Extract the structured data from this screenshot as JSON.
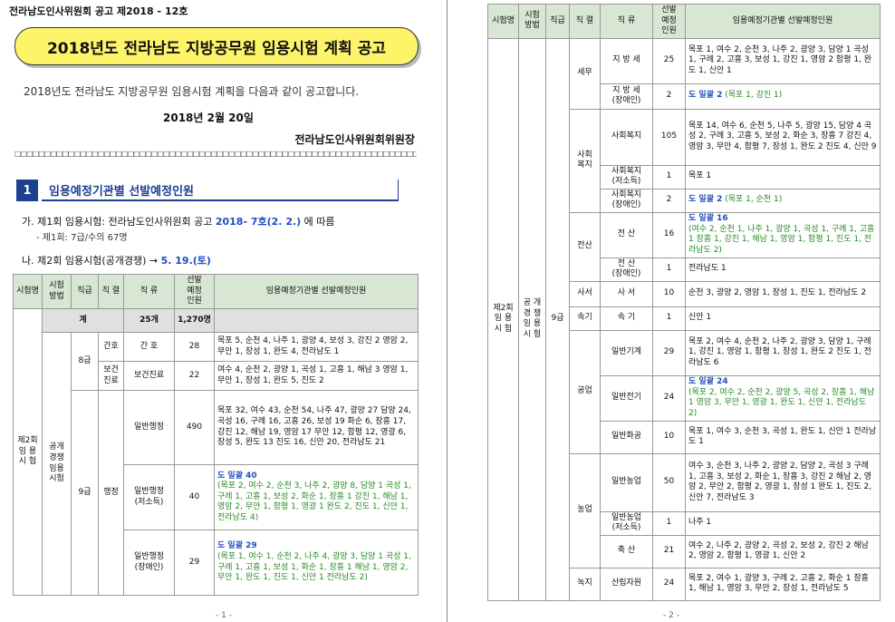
{
  "page1": {
    "header": "전라남도인사위원회 공고 제2018 - 12호",
    "banner_title": "2018년도 전라남도 지방공무원 임용시험 계획 공고",
    "intro": "2018년도 전라남도 지방공무원 임용시험 계획을 다음과 같이 공고합니다.",
    "date": "2018년  2월  20일",
    "org": "전라남도인사위원회위원장",
    "dots": "□□□□□□□□□□□□□□□□□□□□□□□□□□□□□□□□□□□□□□□□□□□□□□□□□□□□□□□□□□□□□□□□□□□□□□□□□□□□□□□□□□",
    "section_num": "1",
    "section_title": "임용예정기관별 선발예정인원",
    "line_a_prefix": "가.  제1회 임용시험: 전라남도인사위원회 공고 ",
    "line_a_ref": "2018- 7호(2. 2.)",
    "line_a_suffix": " 에 따름",
    "line_a2": "- 제1회: 7급/수의 67명",
    "line_b_prefix": "나.  제2회 임용시험(공개경쟁) → ",
    "line_b_date": "5. 19.(토)",
    "page_num": "- 1 -",
    "table": {
      "headers": [
        "시험명",
        "시험\n방법",
        "직급",
        "직 렬",
        "직 류",
        "선발\n예정\n인원",
        "임용예정기관별 선발예정인원"
      ],
      "total_label": "계",
      "total_kinds": "25개",
      "total_count": "1,270명",
      "exam_name": "제2회\n임 용\n시 험",
      "method": "공개\n경쟁\n임용\n시험",
      "grade8": "8급",
      "grade9": "9급",
      "series_nurse": "간호",
      "series_health": "보건\n진료",
      "series_admin": "행정",
      "rows": [
        {
          "kind": "간   호",
          "count": "28",
          "detail": "목포 5, 순천 4, 나주 1, 광양 4, 보성 3, 강진 2 영암 2, 무안 1, 장성 1, 완도 4, 전라남도 1"
        },
        {
          "kind": "보건진료",
          "count": "22",
          "detail": "여수 4, 순천 2, 광양 1, 곡성 1, 고흥 1, 해남 3 영암 1, 무안 1, 장성 1, 완도 5, 진도 2"
        },
        {
          "kind": "일반행정",
          "count": "490",
          "detail": "목포 32, 여수 43, 순천 54, 나주 47, 광양 27 담양 24, 곡성 16, 구례 16, 고흥 26, 보성 19 화순  6, 장흥 17, 강진 12, 해남 19, 영암 17 무안 12, 함평 12, 영광  6, 장성  5, 완도 13 진도 16, 신안 20, 전라남도 21"
        },
        {
          "kind": "일반행정\n(저소득)",
          "count": "40",
          "lump": "도 일괄 40",
          "detail": "(목포 2, 여수 2, 순천 3, 나주 2, 광양 8, 담양 1 곡성 1, 구례 1, 고흥 1, 보성 2, 화순 1, 장흥 1 강진 1, 해남 1, 영암 2, 무안 1, 함평 1, 영광 1 완도 2, 진도 1, 신안 1, 전라남도 4)"
        },
        {
          "kind": "일반행정\n(장애인)",
          "count": "29",
          "lump": "도 일괄 29",
          "detail": "(목포 1, 여수 1, 순천 2, 나주 4, 광양 3, 담양 1 곡성 1, 구례 1, 고흥 1, 보성 1, 화순 1, 장흥 1 해남 1, 영암 2, 무안 1, 완도 1, 진도 1, 신안 1 전라남도 2)"
        }
      ]
    }
  },
  "page2": {
    "page_num": "- 2 -",
    "table": {
      "headers": [
        "시험명",
        "시험\n방법",
        "직급",
        "직 렬",
        "직 류",
        "선발\n예정\n인원",
        "임용예정기관별 선발예정인원"
      ],
      "exam_name": "제2회\n임 용\n시 험",
      "method": "공 개\n경 쟁\n임 용\n시 험",
      "grade": "9급",
      "series": {
        "tax": "세무",
        "welfare": "사회\n복지",
        "it": "전산",
        "clerk": "사서",
        "stenographer": "속기",
        "industry": "공업",
        "agri": "농업",
        "forest": "녹지"
      },
      "rows": [
        {
          "kind": "지 방 세",
          "count": "25",
          "detail": "목포 1, 여수 2, 순천 3, 나주 2, 광양 3, 담양 1 곡성 1, 구례 2, 고흥 3, 보성 1, 강진 1, 영암 2 함평 1, 완도 1, 신안 1"
        },
        {
          "kind": "지 방 세\n(장애인)",
          "count": "2",
          "lump": "도 일괄 2",
          "detail": "(목포 1, 강진 1)"
        },
        {
          "kind": "사회복지",
          "count": "105",
          "detail": "목포 14, 여수 6, 순천 5, 나주 5, 광양 15, 담양 4 곡성 2, 구례 3, 고흥 5, 보성 2, 화순 3, 장흥 7 강진 4, 영암 3, 무안 4, 함평 7, 장성 1, 완도 2 진도 4, 신안 9"
        },
        {
          "kind": "사회복지\n(저소득)",
          "count": "1",
          "detail": "목포 1"
        },
        {
          "kind": "사회복지\n(장애인)",
          "count": "2",
          "lump": "도 일괄 2",
          "detail": "(목포 1, 순천 1)"
        },
        {
          "kind": "전   산",
          "count": "16",
          "lump": "도 일괄 16",
          "detail": "(여수 2, 순천 1, 나주 1, 광양 1, 곡성 1, 구례 1,  고흥 1 장흥 1, 강진 1, 해남 1, 영암 1, 함평 1, 진도 1, 전라남도 2)"
        },
        {
          "kind": "전   산\n(장애인)",
          "count": "1",
          "detail": "전라남도 1"
        },
        {
          "kind": "사   서",
          "count": "10",
          "detail": "순천 3, 광양 2, 영암 1, 장성 1, 진도 1, 전라남도 2"
        },
        {
          "kind": "속   기",
          "count": "1",
          "detail": "신안 1"
        },
        {
          "kind": "일반기계",
          "count": "29",
          "detail": "목포 2, 여수 4, 순천 2, 나주 2, 광양 3, 담양 1, 구례 1, 강진 1, 영암 1, 함평 1, 장성 1, 완도 2 진도 1, 전라남도 6"
        },
        {
          "kind": "일반전기",
          "count": "24",
          "lump": "도 일괄 24",
          "detail": "(목포 2, 여수 2, 순천 2, 광양 5, 곡성 2, 장흥 1, 해남 1 영암 3, 무안 1, 영광 1, 완도 1, 신안 1, 전라남도 2)"
        },
        {
          "kind": "일반화공",
          "count": "10",
          "detail": "목포 1, 여수 3, 순천 3, 곡성 1, 완도 1, 신안 1 전라남도 1"
        },
        {
          "kind": "일반농업",
          "count": "50",
          "detail": "여수 3, 순천 3, 나주 2, 광양 2, 담양 2, 곡성 3 구례 1, 고흥 3, 보성 2, 화순 1, 장흥 3, 강진 2 해남 2, 영암 2, 무안 2, 함평 2, 영광 1, 장성 1 완도 1, 진도 2, 신안 7, 전라남도 3"
        },
        {
          "kind": "일반농업\n(저소득)",
          "count": "1",
          "detail": "나주 1"
        },
        {
          "kind": "축   산",
          "count": "21",
          "detail": "여수 2, 나주 2, 광양 2, 곡성 2, 보성 2, 강진 2 해남 2, 영암 2, 함평 1, 영광 1, 신안 2"
        },
        {
          "kind": "산림자원",
          "count": "24",
          "detail": "목포 2, 여수 1, 광양 3, 구례 2, 고흥 2, 화순 1 장흥 1, 해남 1, 영암 3, 무안 2, 장성 1, 전라남도 5"
        }
      ]
    }
  }
}
